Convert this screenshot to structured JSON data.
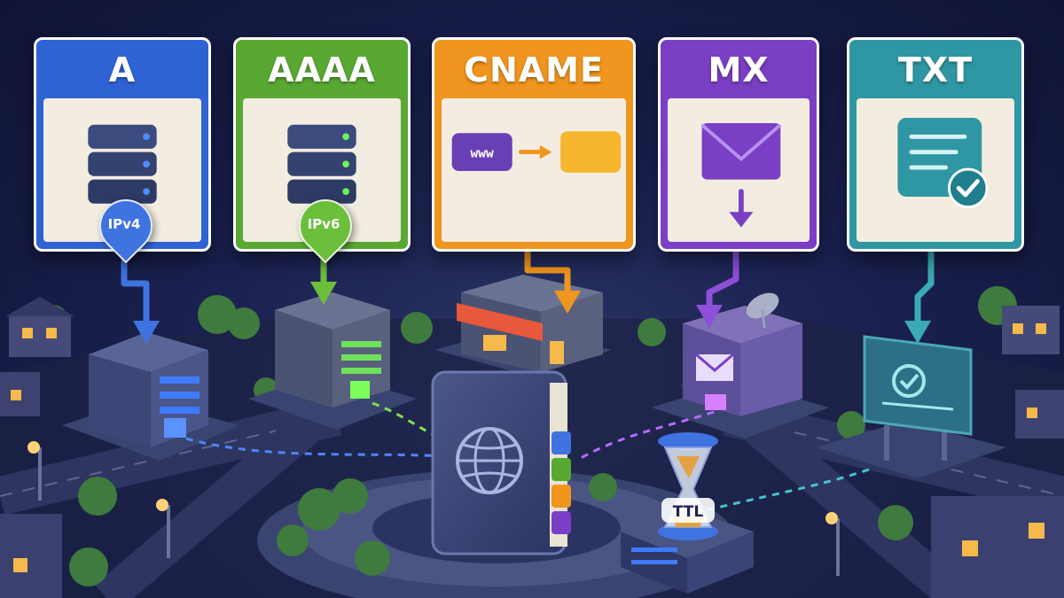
{
  "colors": {
    "a": "#2f63d3",
    "aaaa": "#58a832",
    "cname": "#f0951e",
    "mx": "#7a3fc4",
    "txt": "#2f97a3",
    "ttl_blue": "#3f73e0",
    "book": "#3a4570"
  },
  "records": [
    {
      "type": "A",
      "tag": "IPv4",
      "icon": "server-stack-icon",
      "color": "#2f63d3"
    },
    {
      "type": "AAAA",
      "tag": "IPv6",
      "icon": "server-stack-icon",
      "color": "#58a832"
    },
    {
      "type": "CNAME",
      "alias": "www",
      "icon": "alias-arrow-icon",
      "color": "#f0951e"
    },
    {
      "type": "MX",
      "icon": "envelope-icon",
      "color": "#7a3fc4"
    },
    {
      "type": "TXT",
      "icon": "verified-document-icon",
      "color": "#2f97a3"
    }
  ],
  "center": {
    "icon": "globe-book-icon"
  },
  "ttl": {
    "label": "TTL",
    "icon": "hourglass-icon"
  }
}
